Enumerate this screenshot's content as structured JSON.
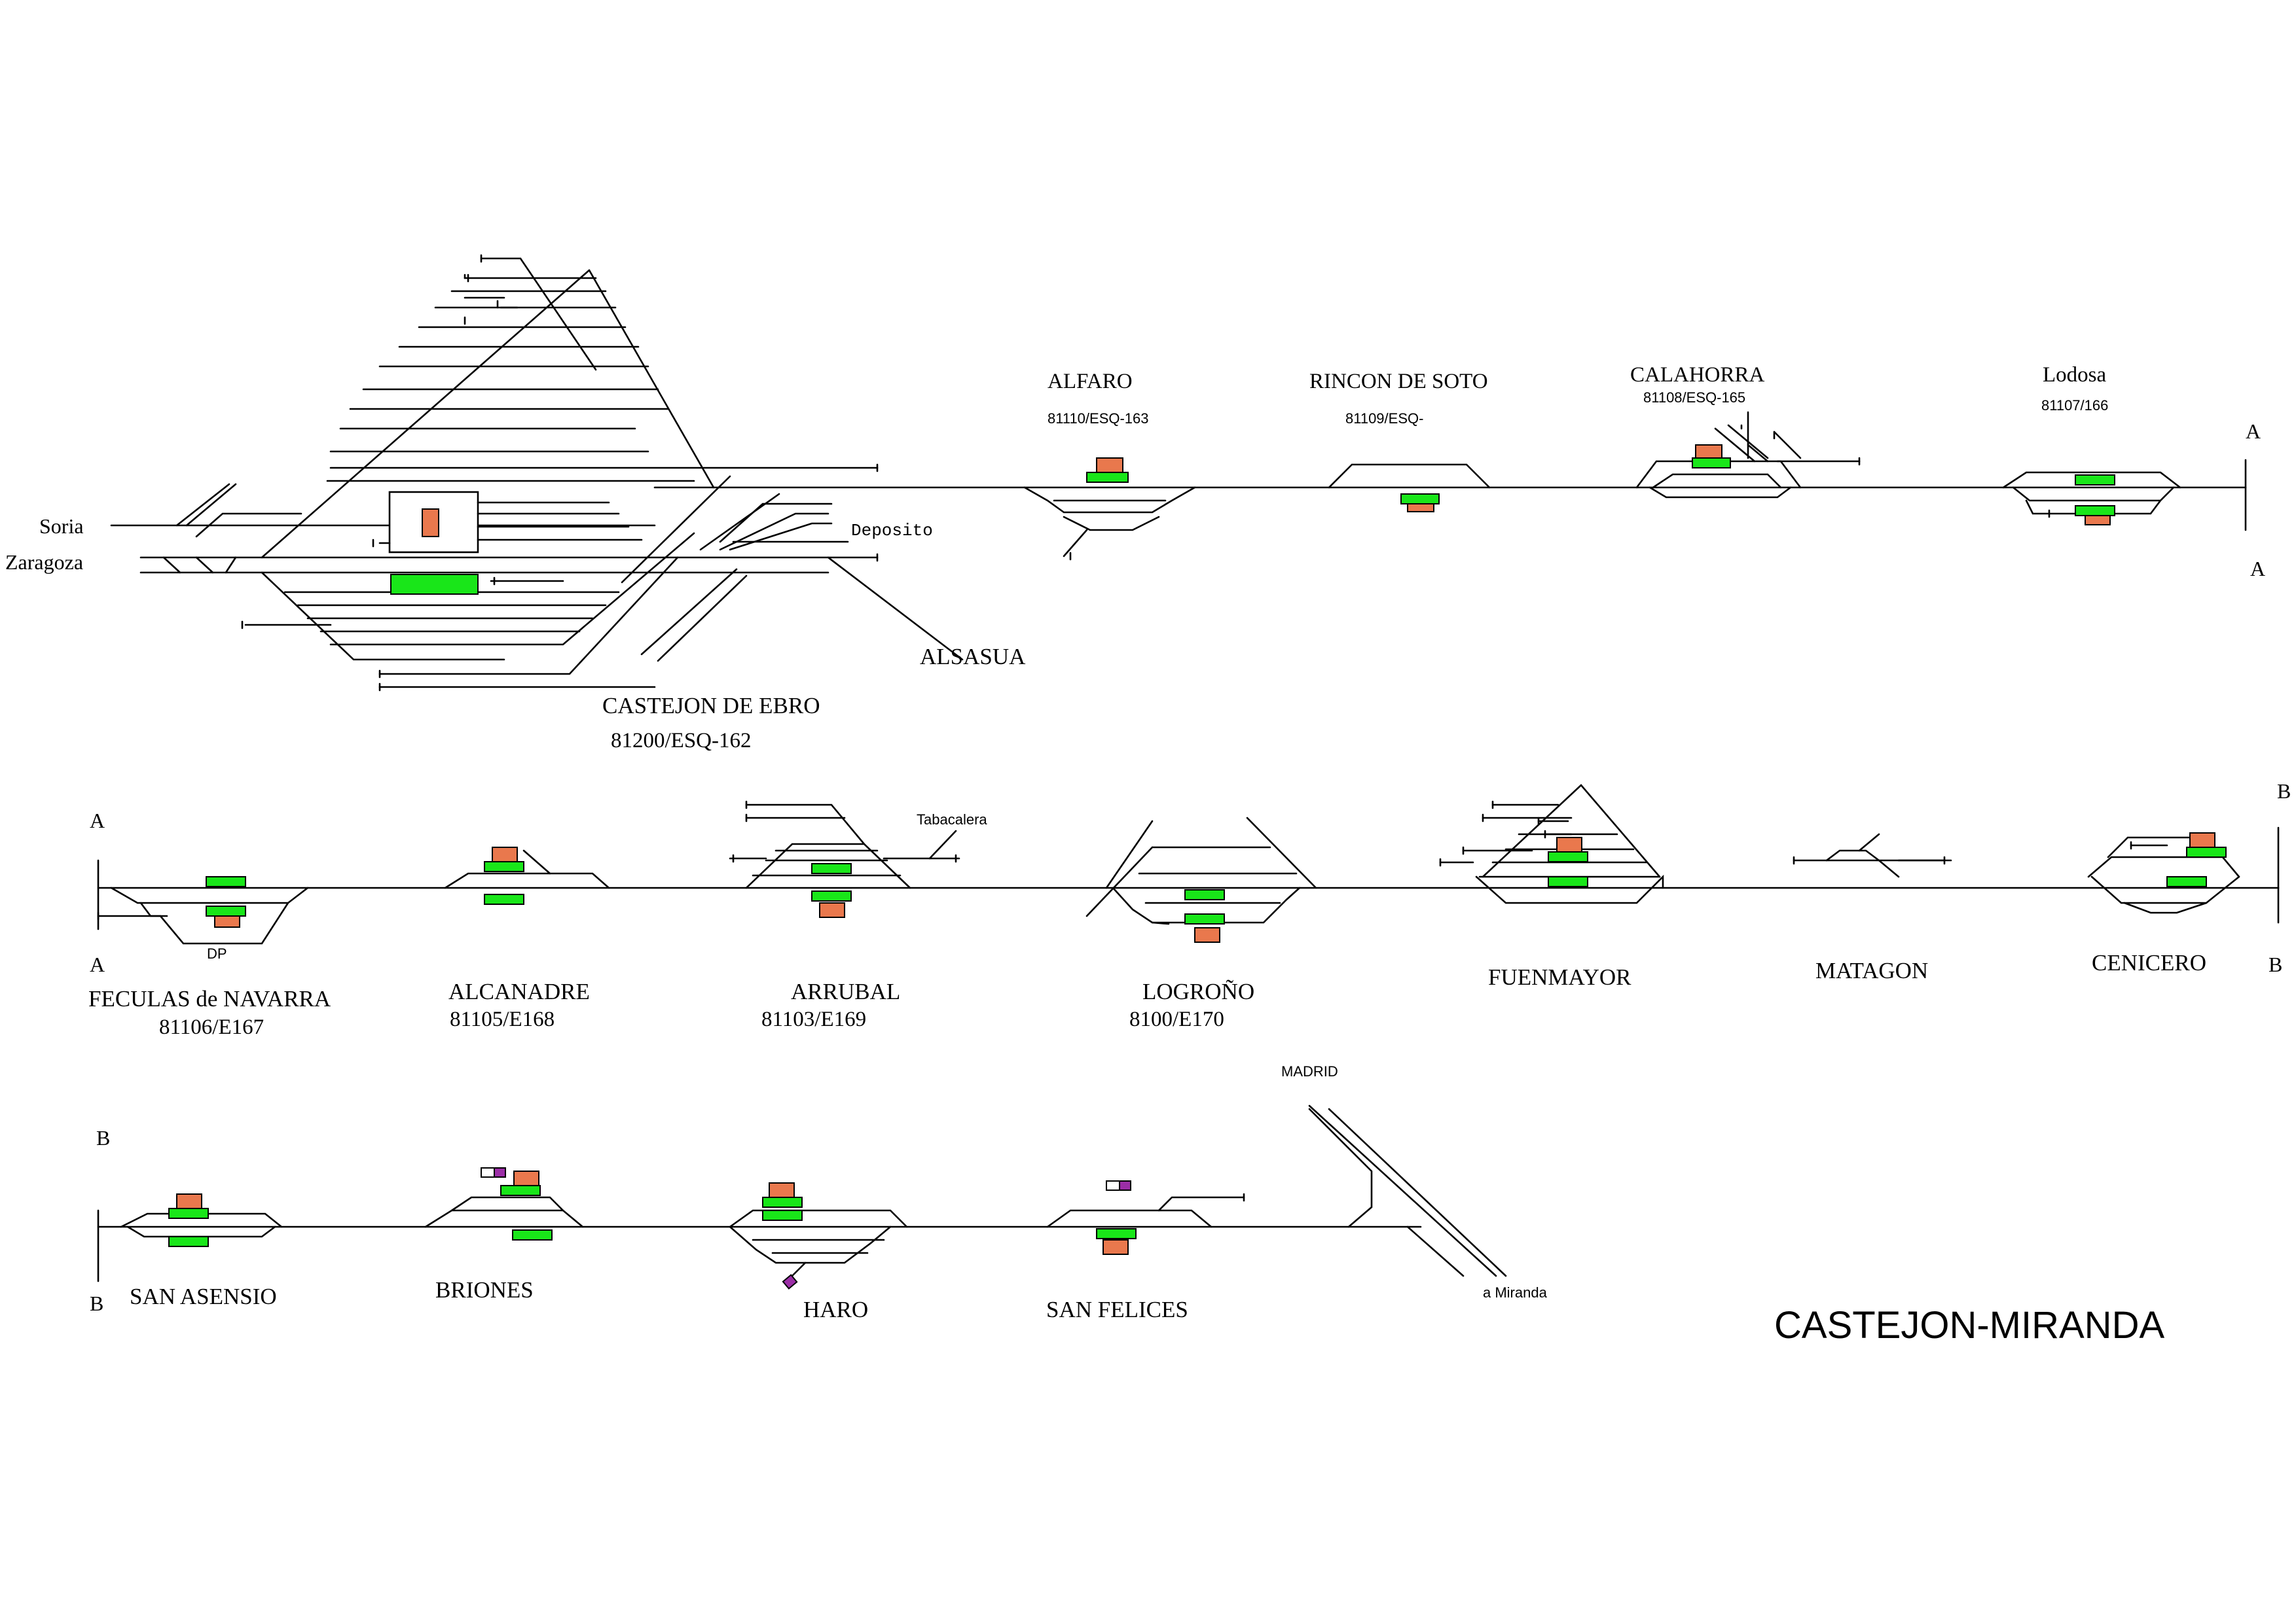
{
  "title": "CASTEJON-MIRANDA",
  "colors": {
    "building": "#e9784d",
    "platform": "#19e619",
    "cabin": "#9b2ea6",
    "track": "#000000"
  },
  "directions": {
    "soria": "Soria",
    "zaragoza": "Zaragoza",
    "alsasua": "ALSASUA",
    "deposito": "Deposito",
    "tabacalera": "Tabacalera",
    "madrid": "MADRID",
    "a_miranda": "a Miranda",
    "dp": "DP"
  },
  "connectors": {
    "a": "A",
    "b": "B"
  },
  "stations": {
    "castejon": {
      "name": "CASTEJON DE EBRO",
      "code": "81200/ESQ-162"
    },
    "alfaro": {
      "name": "ALFARO",
      "code": "81110/ESQ-163"
    },
    "rincon": {
      "name": "RINCON DE SOTO",
      "code": "81109/ESQ-"
    },
    "calahorra": {
      "name": "CALAHORRA",
      "code": "81108/ESQ-165"
    },
    "lodosa": {
      "name": "Lodosa",
      "code": "81107/166"
    },
    "feculas": {
      "name": "FECULAS  de NAVARRA",
      "code": "81106/E167"
    },
    "alcanadre": {
      "name": "ALCANADRE",
      "code": "81105/E168"
    },
    "arrubal": {
      "name": "ARRUBAL",
      "code": "81103/E169"
    },
    "logrono": {
      "name": "LOGROÑO",
      "code": "8100/E170"
    },
    "fuenmayor": {
      "name": "FUENMAYOR"
    },
    "matagon": {
      "name": "MATAGON"
    },
    "cenicero": {
      "name": "CENICERO"
    },
    "sanasensio": {
      "name": "SAN ASENSIO"
    },
    "briones": {
      "name": "BRIONES"
    },
    "haro": {
      "name": "HARO"
    },
    "sanfelices": {
      "name": "SAN FELICES"
    }
  }
}
